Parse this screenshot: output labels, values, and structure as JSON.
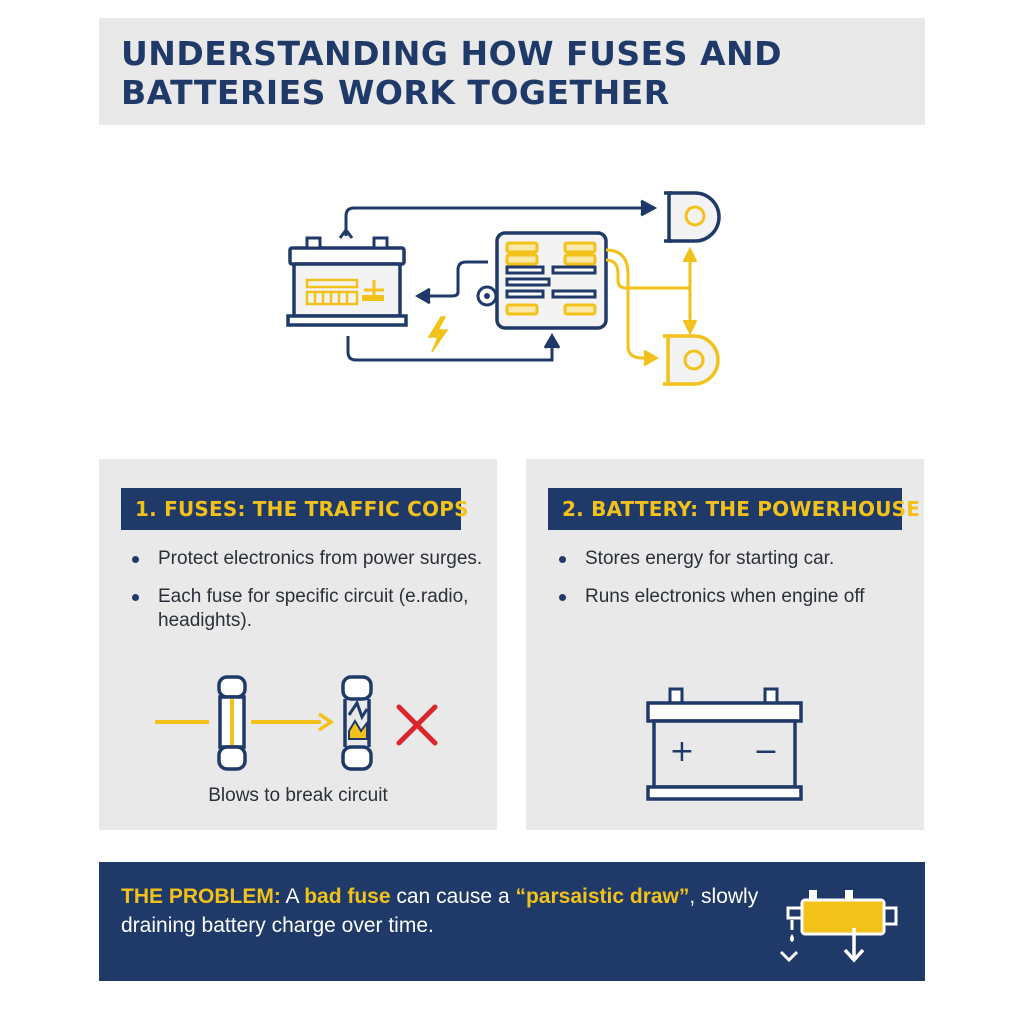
{
  "title": "UNDERSTANDING HOW FUSES AND BATTERIES WORK TOGETHER",
  "colors": {
    "navy": "#1f3a68",
    "yellow": "#f2c21b",
    "panel_gray": "#e9e9ea",
    "red": "#d9262b"
  },
  "diagram": {
    "icons": [
      "battery-icon",
      "fuse-box-icon",
      "lightning-icon",
      "headlight-icon"
    ]
  },
  "fuses_panel": {
    "heading": "1. FUSES: THE TRAFFIC COPS",
    "bullets": [
      "Protect electronics from power surges.",
      "Each fuse for specific circuit (e.radio, headights)."
    ],
    "caption": "Blows to break circuit",
    "icons": [
      "fuse-intact-icon",
      "fuse-blown-icon",
      "red-x-icon"
    ]
  },
  "battery_panel": {
    "heading": "2. BATTERY: THE POWERHOUSE",
    "bullets": [
      "Stores energy for starting car.",
      "Runs electronics when engine off"
    ],
    "plus": "+",
    "minus": "−"
  },
  "problem": {
    "label": "THE PROBLEM:",
    "text_1": " A ",
    "bad_fuse": "bad fuse",
    "text_2": " can cause a ",
    "quoted": "“parsaistic draw”",
    "text_3": ", slowly draining battery charge over time.",
    "icon": "draining-battery-icon"
  }
}
